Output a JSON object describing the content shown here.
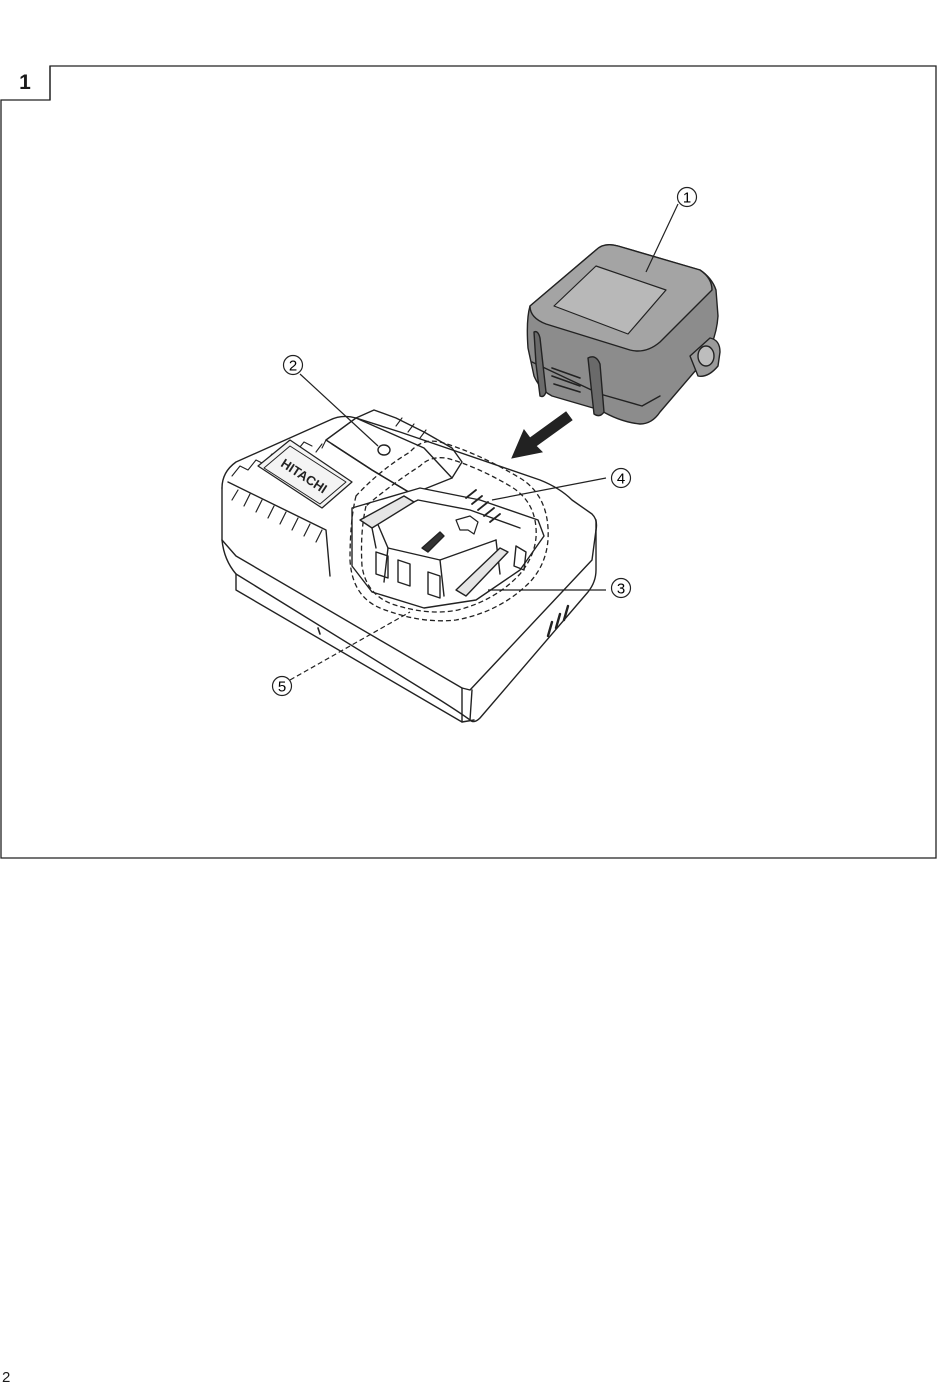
{
  "figure": {
    "number": "1",
    "brand_text": "HITACHI"
  },
  "callouts": [
    {
      "label": "1",
      "part": "battery"
    },
    {
      "label": "2",
      "part": "indicator-lamp"
    },
    {
      "label": "3",
      "part": "battery-slot-terminals"
    },
    {
      "label": "4",
      "part": "ventilation-grille"
    },
    {
      "label": "5",
      "part": "battery-mounting-area"
    }
  ],
  "page": {
    "number": "2"
  }
}
